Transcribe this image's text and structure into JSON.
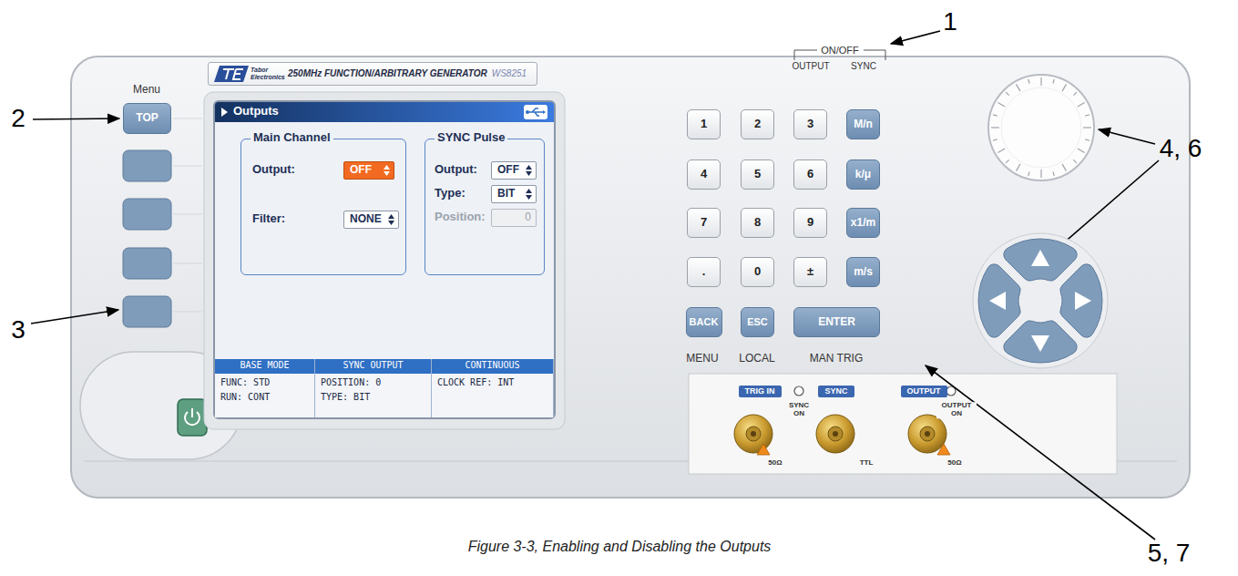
{
  "diagram": {
    "caption": "Figure 3-3, Enabling and Disabling the Outputs",
    "nodes": [
      {
        "text": [
          "Tabor Electronics",
          "250MHz FUNCTION/ARBITRARY GENERATOR",
          "WS8251"
        ]
      },
      {
        "text": [
          "TOP"
        ]
      },
      {
        "text": [
          "Outputs"
        ]
      },
      {
        "text": [
          "Main Channel",
          "Output:",
          "Filter:"
        ],
        "in": 2
      },
      {
        "text": [
          "OFF"
        ],
        "in": 3
      },
      {
        "text": [
          "NONE"
        ],
        "in": 3
      },
      {
        "text": [
          "SYNC Pulse",
          "Output:",
          "Type:",
          "Position:"
        ],
        "in": 2
      },
      {
        "text": [
          "OFF"
        ],
        "in": 6
      },
      {
        "text": [
          "BIT"
        ],
        "in": 6
      },
      {
        "text": [
          "0"
        ],
        "in": 6
      },
      {
        "text": [
          "BASE MODE",
          "FUNC: STD",
          "RUN: CONT"
        ],
        "in": 2
      },
      {
        "text": [
          "SYNC OUTPUT",
          "POSITION: 0",
          "TYPE: BIT"
        ],
        "in": 2
      },
      {
        "text": [
          "CONTINUOUS",
          "CLOCK REF: INT"
        ],
        "in": 2
      },
      {
        "text": [
          "1"
        ]
      },
      {
        "text": [
          "2"
        ]
      },
      {
        "text": [
          "3"
        ]
      },
      {
        "text": [
          "M/n"
        ]
      },
      {
        "text": [
          "4"
        ]
      },
      {
        "text": [
          "5"
        ]
      },
      {
        "text": [
          "6"
        ]
      },
      {
        "text": [
          "k/μ"
        ]
      },
      {
        "text": [
          "7"
        ]
      },
      {
        "text": [
          "8"
        ]
      },
      {
        "text": [
          "9"
        ]
      },
      {
        "text": [
          "x1/m"
        ]
      },
      {
        "text": [
          "."
        ]
      },
      {
        "text": [
          "0"
        ]
      },
      {
        "text": [
          "±"
        ]
      },
      {
        "text": [
          "m/s"
        ]
      },
      {
        "text": [
          "BACK"
        ]
      },
      {
        "text": [
          "ESC"
        ]
      },
      {
        "text": [
          "ENTER"
        ]
      },
      {
        "text": [
          "TRIG IN"
        ]
      },
      {
        "text": [
          "SYNC"
        ]
      },
      {
        "text": [
          "OUTPUT"
        ]
      }
    ],
    "labels": [
      "1",
      "ON/OFF",
      "OUTPUT",
      "SYNC",
      "Menu",
      "2",
      "4, 6",
      "3",
      "MENU",
      "LOCAL",
      "MAN TRIG",
      "SYNC ON",
      "OUTPUT ON",
      "50Ω",
      "TTL",
      "50Ω",
      "5, 7"
    ]
  }
}
